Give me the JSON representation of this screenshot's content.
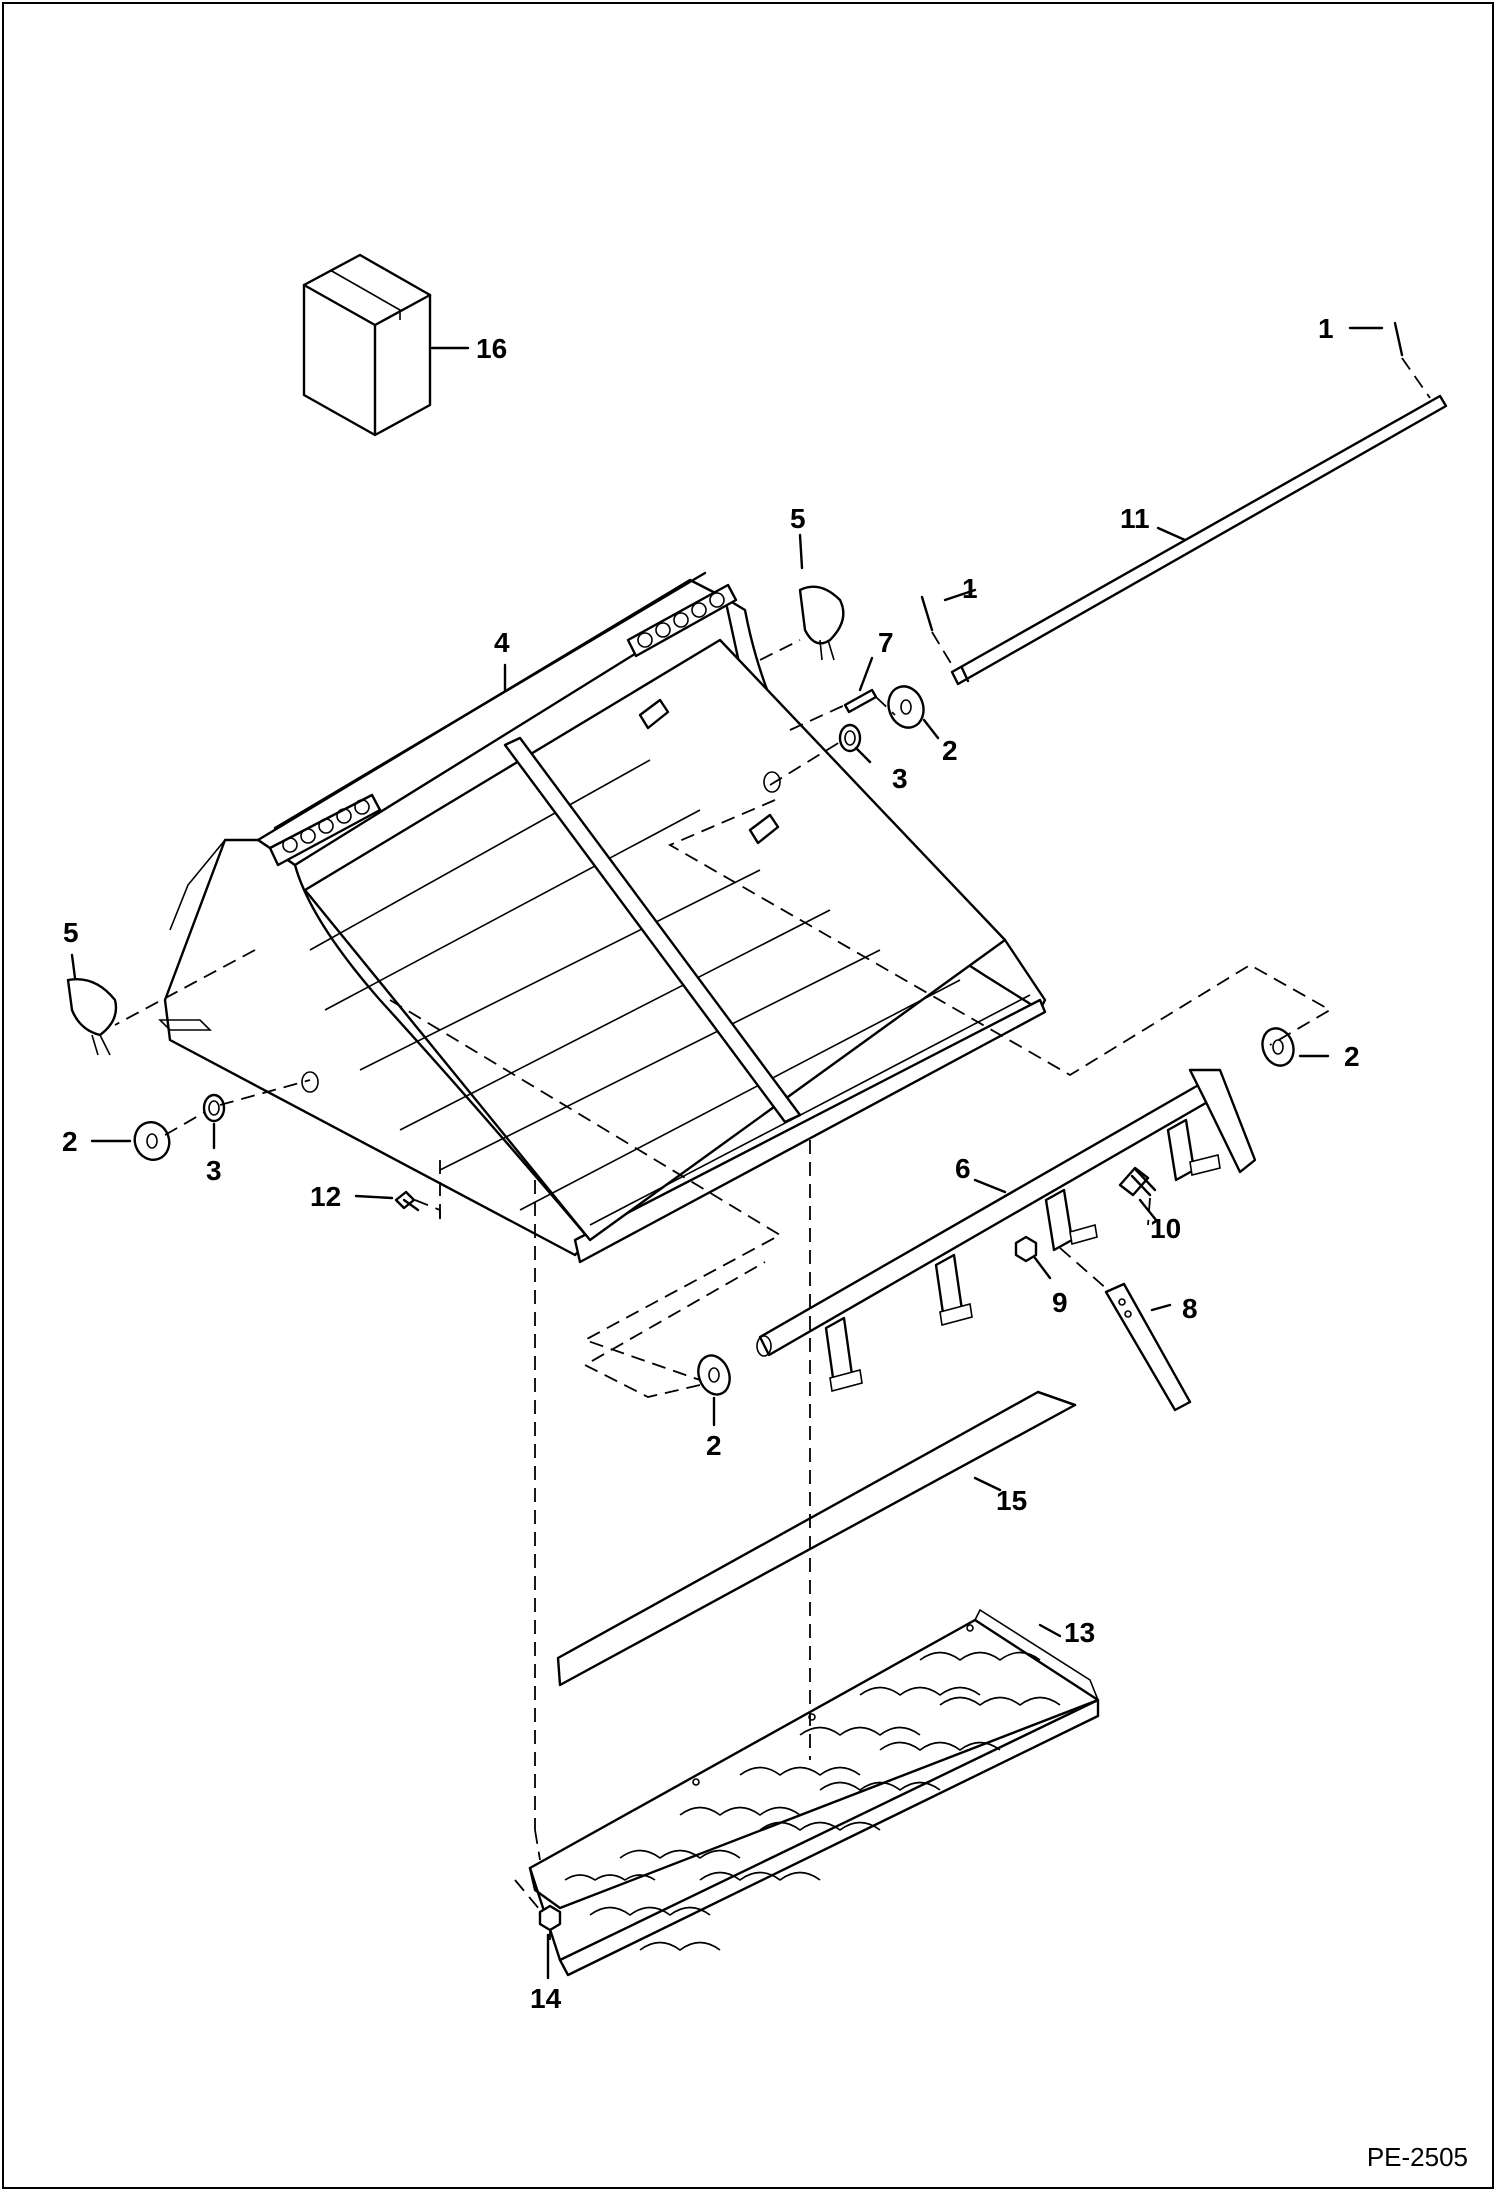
{
  "figure_code": "PE-2505",
  "callouts": [
    {
      "label": "1"
    },
    {
      "label": "1"
    },
    {
      "label": "2"
    },
    {
      "label": "2"
    },
    {
      "label": "2"
    },
    {
      "label": "2"
    },
    {
      "label": "3"
    },
    {
      "label": "3"
    },
    {
      "label": "4"
    },
    {
      "label": "5"
    },
    {
      "label": "5"
    },
    {
      "label": "6"
    },
    {
      "label": "7"
    },
    {
      "label": "8"
    },
    {
      "label": "9"
    },
    {
      "label": "10"
    },
    {
      "label": "11"
    },
    {
      "label": "12"
    },
    {
      "label": "13"
    },
    {
      "label": "14"
    },
    {
      "label": "15"
    },
    {
      "label": "16"
    }
  ]
}
